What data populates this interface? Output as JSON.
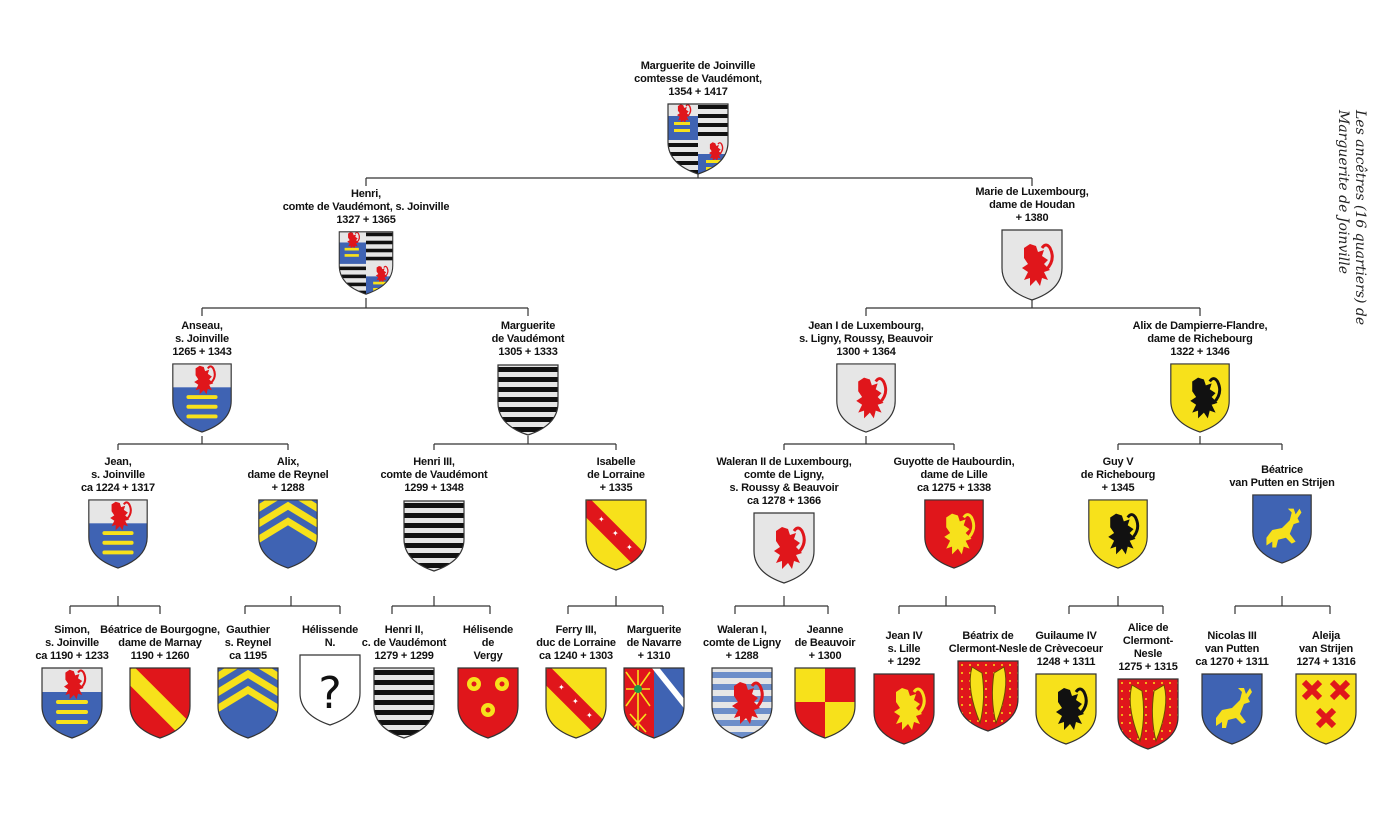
{
  "title": [
    "Les ancêtres (16 quartiers) de",
    "Marguerite de Joinville"
  ],
  "nodes": {
    "g0": {
      "lines": [
        "Marguerite de Joinville",
        "comtesse de Vaudémont,",
        "1354 + 1417"
      ],
      "arms": "vaudemont-joinville"
    },
    "g1a": {
      "lines": [
        "Henri,",
        "comte de Vaudémont, s. Joinville",
        "1327 + 1365"
      ],
      "arms": "vaudemont-joinville"
    },
    "g1b": {
      "lines": [
        "Marie de Luxembourg,",
        "dame de Houdan",
        "+ 1380"
      ],
      "arms": "luxembourg-ligny"
    },
    "g2a": {
      "lines": [
        "Anseau,",
        "s. Joinville",
        "1265 + 1343"
      ],
      "arms": "joinville"
    },
    "g2b": {
      "lines": [
        "Marguerite",
        "de Vaudémont",
        "1305 + 1333"
      ],
      "arms": "vaudemont"
    },
    "g2c": {
      "lines": [
        "Jean I de Luxembourg,",
        "s. Ligny, Roussy, Beauvoir",
        "1300 + 1364"
      ],
      "arms": "luxembourg-ligny"
    },
    "g2d": {
      "lines": [
        "Alix de Dampierre-Flandre,",
        "dame de Richebourg",
        "1322 + 1346"
      ],
      "arms": "flandre"
    },
    "g3a": {
      "lines": [
        "Jean,",
        "s. Joinville",
        "ca 1224 + 1317"
      ],
      "arms": "joinville"
    },
    "g3b": {
      "lines": [
        "Alix,",
        "dame de Reynel",
        "+ 1288"
      ],
      "arms": "reynel"
    },
    "g3c": {
      "lines": [
        "Henri III,",
        "comte de Vaudémont",
        "1299 + 1348"
      ],
      "arms": "vaudemont"
    },
    "g3d": {
      "lines": [
        "Isabelle",
        "de Lorraine",
        "+ 1335"
      ],
      "arms": "lorraine"
    },
    "g3e": {
      "lines": [
        "Waleran II de Luxembourg,",
        "comte de Ligny,",
        "s. Roussy & Beauvoir",
        "ca 1278 + 1366"
      ],
      "arms": "luxembourg-ligny"
    },
    "g3f": {
      "lines": [
        "Guyotte de Haubourdin,",
        "dame de Lille",
        "ca 1275 + 1338"
      ],
      "arms": "lille"
    },
    "g3g": {
      "lines": [
        "Guy V",
        "de Richebourg",
        "+ 1345"
      ],
      "arms": "flandre"
    },
    "g3h": {
      "lines": [
        "Béatrice",
        "van Putten en Strijen"
      ],
      "arms": "van-putten"
    },
    "g4a": {
      "lines": [
        "Simon,",
        "s. Joinville",
        "ca 1190 + 1233"
      ],
      "arms": "joinville"
    },
    "g4b": {
      "lines": [
        "Béatrice de Bourgogne,",
        "dame de Marnay",
        "1190 + 1260"
      ],
      "arms": "bourgogne"
    },
    "g4c": {
      "lines": [
        "Gauthier",
        "s. Reynel",
        "ca 1195"
      ],
      "arms": "reynel"
    },
    "g4d": {
      "lines": [
        "Hélissende",
        "N."
      ],
      "arms": "unknown"
    },
    "g4e": {
      "lines": [
        "Henri II,",
        "c. de Vaudémont",
        "1279 + 1299"
      ],
      "arms": "vaudemont"
    },
    "g4f": {
      "lines": [
        "Hélisende",
        "de",
        "Vergy"
      ],
      "arms": "vergy"
    },
    "g4g": {
      "lines": [
        "Ferry III,",
        "duc de Lorraine",
        "ca 1240 + 1303"
      ],
      "arms": "lorraine"
    },
    "g4h": {
      "lines": [
        "Marguerite",
        "de Navarre",
        "+ 1310"
      ],
      "arms": "navarre-champagne"
    },
    "g4i": {
      "lines": [
        "Waleran I,",
        "comte de Ligny",
        "+ 1288"
      ],
      "arms": "luxembourg"
    },
    "g4j": {
      "lines": [
        "Jeanne",
        "de Beauvoir",
        "+ 1300"
      ],
      "arms": "beauvoir"
    },
    "g4k": {
      "lines": [
        "Jean IV",
        "s. Lille",
        "+ 1292"
      ],
      "arms": "lille"
    },
    "g4l": {
      "lines": [
        "Béatrix de",
        "Clermont-Nesle"
      ],
      "arms": "clermont-nesle"
    },
    "g4m": {
      "lines": [
        "Guilaume IV",
        "de Crèvecoeur",
        "1248 + 1311"
      ],
      "arms": "flandre"
    },
    "g4n": {
      "lines": [
        "Alice de",
        "Clermont-",
        "Nesle",
        "1275 + 1315"
      ],
      "arms": "clermont-nesle"
    },
    "g4o": {
      "lines": [
        "Nicolas III",
        "van Putten",
        "ca 1270 + 1311"
      ],
      "arms": "van-putten"
    },
    "g4p": {
      "lines": [
        "Aleija",
        "van Strijen",
        "1274 + 1316"
      ],
      "arms": "van-strijen"
    }
  },
  "unknown_mark": "?",
  "colors": {
    "red": "#e0161b",
    "blue": "#3f63b3",
    "gold": "#f7e11b",
    "black": "#111111",
    "silver": "#e6e6e6"
  }
}
